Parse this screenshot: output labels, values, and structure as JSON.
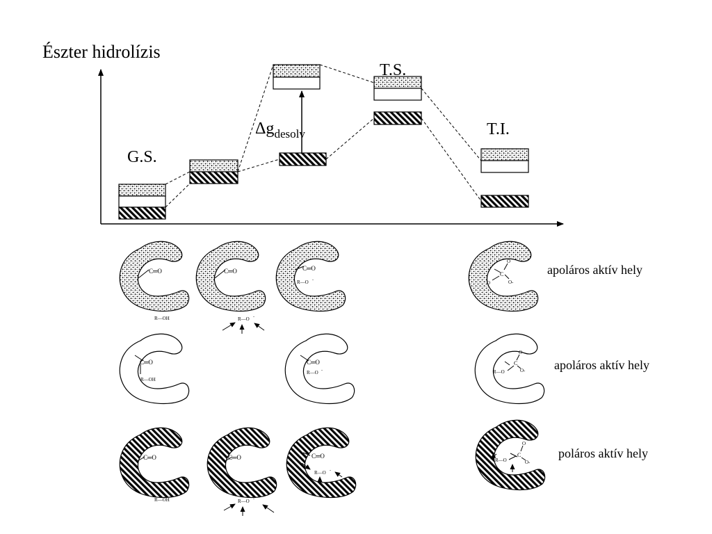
{
  "diagram": {
    "title": "Észter hidrolízis",
    "states": {
      "gs": "G.S.",
      "ts": "T.S.",
      "ti": "T.I."
    },
    "delta_g": {
      "symbol": "Δg",
      "subscript": "desolv"
    },
    "row_labels": [
      "apoláros aktív hely",
      "apoláros aktív hely",
      "poláros aktív hely"
    ],
    "fills": [
      "dotted",
      "blank",
      "hatched"
    ],
    "molecule_text": {
      "carbonyl": "C═O",
      "alcohol": "R—OH",
      "alkoxide": "R—O",
      "minus": "-",
      "c": "C",
      "o": "O",
      "o_neg": "O-"
    }
  }
}
